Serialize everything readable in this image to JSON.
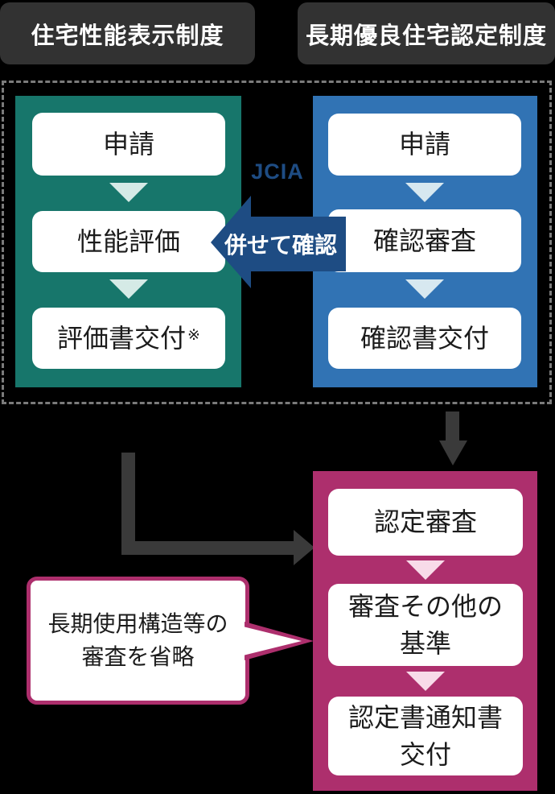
{
  "headers": {
    "left": "住宅性能表示制度",
    "right": "長期優良住宅認定制度"
  },
  "jcia_label": "JCIA",
  "merge_arrow_label": "併せて確認",
  "flows": {
    "performance": {
      "steps": [
        "申請",
        "性能評価",
        "評価書交付"
      ],
      "note_mark": "※"
    },
    "confirmation": {
      "steps": [
        "申請",
        "確認審査",
        "確認書交付"
      ]
    },
    "certification": {
      "steps": [
        {
          "lines": [
            "認定審査"
          ]
        },
        {
          "lines": [
            "審査その他の",
            "基準"
          ]
        },
        {
          "lines": [
            "認定書通知書",
            "交付"
          ]
        }
      ]
    }
  },
  "callout": {
    "line1": "長期使用構造等の",
    "line2": "審査を省略"
  },
  "colors": {
    "background": "#000000",
    "header_bg": "#323232",
    "teal_panel": "#17766b",
    "blue_panel": "#3173b4",
    "magenta_panel": "#ad2f6d",
    "dark_blue_arrow": "#1e4c83",
    "connector_gray": "#3a3a3a",
    "pale_mint_arrow": "#d5eae6",
    "pale_blue_arrow": "#d7e8f0",
    "pale_pink_arrow": "#f8dbe9",
    "dashed_border": "#7b7b7b"
  }
}
